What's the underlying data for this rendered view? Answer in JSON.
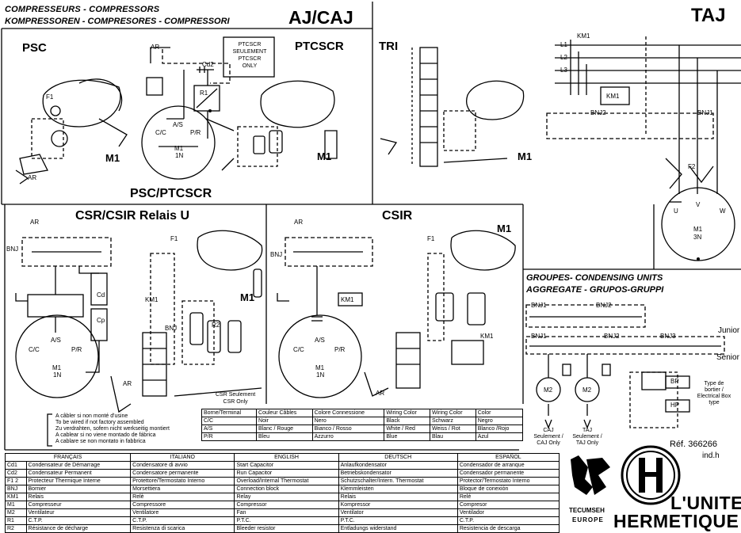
{
  "header": {
    "line1": "COMPRESSEURS - COMPRESSORS",
    "line2": "KOMPRESSOREN - COMPRESORES - COMPRESSORI",
    "family_left": "AJ/CAJ",
    "family_right": "TAJ"
  },
  "diagrams": {
    "psc": "PSC",
    "ptcscr": "PTCSCR",
    "psc_ptcscr": "PSC/PTCSCR",
    "tri": "TRI",
    "csr_csir": "CSR/CSIR Relais U",
    "csir": "CSIR",
    "ptcscr_note": [
      "PTCSCR",
      "SEULEMENT",
      "PTCSCR",
      "ONLY"
    ],
    "csr_note": [
      "CSR Seulement",
      "CSR Only"
    ],
    "labels": {
      "ar": "AR",
      "f1": "F1",
      "m1": "M1",
      "km1": "KM1",
      "bnj": "BNJ",
      "bnj1": "BNJ1",
      "bnj2": "BNJ2",
      "bnj3": "BNJ3",
      "cd": "Cd",
      "cd2": "Cd2",
      "cp": "Cp",
      "r1": "R1",
      "r2": "R2",
      "f2": "F2",
      "as": "A/S",
      "cc": "C/C",
      "pr": "P/R",
      "m1_1n": "M1",
      "one_n": "1N",
      "three_n": "3N",
      "u": "U",
      "v": "V",
      "w": "W",
      "l1": "L1",
      "l2": "L2",
      "l3": "L3",
      "m2": "M2"
    }
  },
  "groups": {
    "title1": "GROUPES- CONDENSING UNITS",
    "title2": "AGGREGATE - GRUPOS-GRUPPI",
    "junior": "Junior",
    "senior": "Senior",
    "type_box": [
      "Type de",
      "bortier /",
      "Electrical Box",
      "type"
    ],
    "caj_only": [
      "CAJ",
      "Seulement /",
      "CAJ Only"
    ],
    "taj_only": [
      "TAJ",
      "Seulement /",
      "TAJ Only"
    ],
    "bp": "BP",
    "hp": "HP"
  },
  "notes": [
    "A câbler si non monté d'usine",
    "To be wired if not factory assembled",
    "Zu verdrahten, sofern nicht werkseitig montiert",
    "A cablear si no viene montado de fábrica",
    "A cablare se non montato in fabbrica"
  ],
  "wire_table": {
    "headers": [
      "Borne/Terminal",
      "Couleur Câbles",
      "Colore Connessione",
      "Wiring Color",
      "Wiring Color",
      "Color"
    ],
    "rows": [
      [
        "C/C",
        "Noir",
        "Nero",
        "Black",
        "Schwarz",
        "Negro"
      ],
      [
        "A/S",
        "Blanc / Rouge",
        "Bianco / Rosso",
        "White / Red",
        "Weiss / Rot",
        "Blanco /Rojo"
      ],
      [
        "P/R",
        "Bleu",
        "Azzurro",
        "Blue",
        "Blau",
        "Azul"
      ]
    ]
  },
  "legend": {
    "headers": [
      "FRANÇAIS",
      "ITALIANO",
      "ENGLISH",
      "DEUTSCH",
      "ESPAÑOL"
    ],
    "rows": [
      [
        "Cd1",
        "Condensateur de Démarrage",
        "Condensatore di avvio",
        "Start Capacitor",
        "Anlaufkondensator",
        "Condensador de arranque"
      ],
      [
        "Cd2",
        "Condensateur Permanent",
        "Condensatore permanente",
        "Run Capacitor",
        "Betriebskondensator",
        "Condensador permanente"
      ],
      [
        "F1 2",
        "Protecteur Thermique Interne",
        "Protettore/Termostato Interno",
        "Overload/Internal Thermostat",
        "Schutzschalter/Intern. Thermostat",
        "Protector/Termostato Interno"
      ],
      [
        "BNJ",
        "Bornier",
        "Morsettiera",
        "Connection block",
        "Klemmleisten",
        "Bloque de conexión"
      ],
      [
        "KM1",
        "Relais",
        "Relè",
        "Relay",
        "Relais",
        "Relé"
      ],
      [
        "M1",
        "Compresseur",
        "Compressore",
        "Compressor",
        "Kompressor",
        "Compresor"
      ],
      [
        "M2",
        "Ventilateur",
        "Ventilatore",
        "Fan",
        "Ventilator",
        "Ventilador"
      ],
      [
        "R1",
        "C.T.P.",
        "C.T.P.",
        "P.T.C.",
        "P.T.C.",
        "C.T.P."
      ],
      [
        "R2",
        "Résistance de décharge",
        "Resistenza di scarica",
        "Bleeder resistor",
        "Entladungs widerstand",
        "Resistencia de descarga"
      ]
    ]
  },
  "ref": {
    "number": "Réf. 366266",
    "index": "ind.h"
  },
  "brand": {
    "tecumseh": "TECUMSEH",
    "europe": "EUROPE",
    "name1": "L'UNITE",
    "name2": "HERMETIQUE"
  }
}
